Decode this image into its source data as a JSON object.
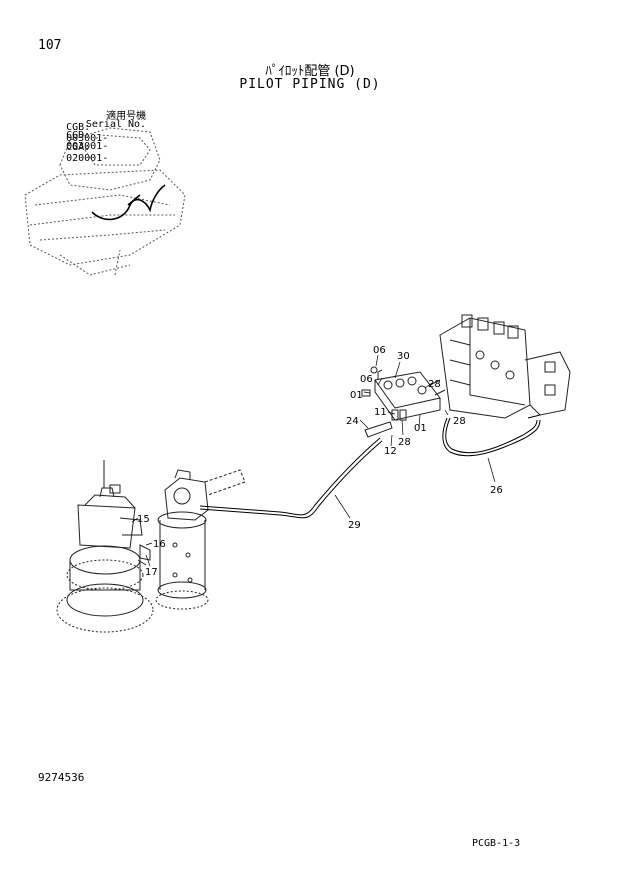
{
  "header": {
    "page_number": "107",
    "title_jp": "ﾊﾟｲﾛｯﾄ配管 (D)",
    "title_en": "PILOT PIPING (D)"
  },
  "serial_info": [
    {
      "label": "適用号機",
      "model": "CGB:",
      "number": "003001-"
    },
    {
      "label": "Serial No.",
      "model": "CGD:",
      "number": "003001-"
    },
    {
      "label": "",
      "model": "CGA:",
      "number": "020001-"
    }
  ],
  "callouts": [
    "06",
    "30",
    "06",
    "28",
    "01",
    "11",
    "24",
    "01",
    "28",
    "28",
    "12",
    "26",
    "29",
    "15",
    "16",
    "17"
  ],
  "footer": {
    "doc_number": "9274536",
    "page_code": "PCGB-1-3"
  }
}
